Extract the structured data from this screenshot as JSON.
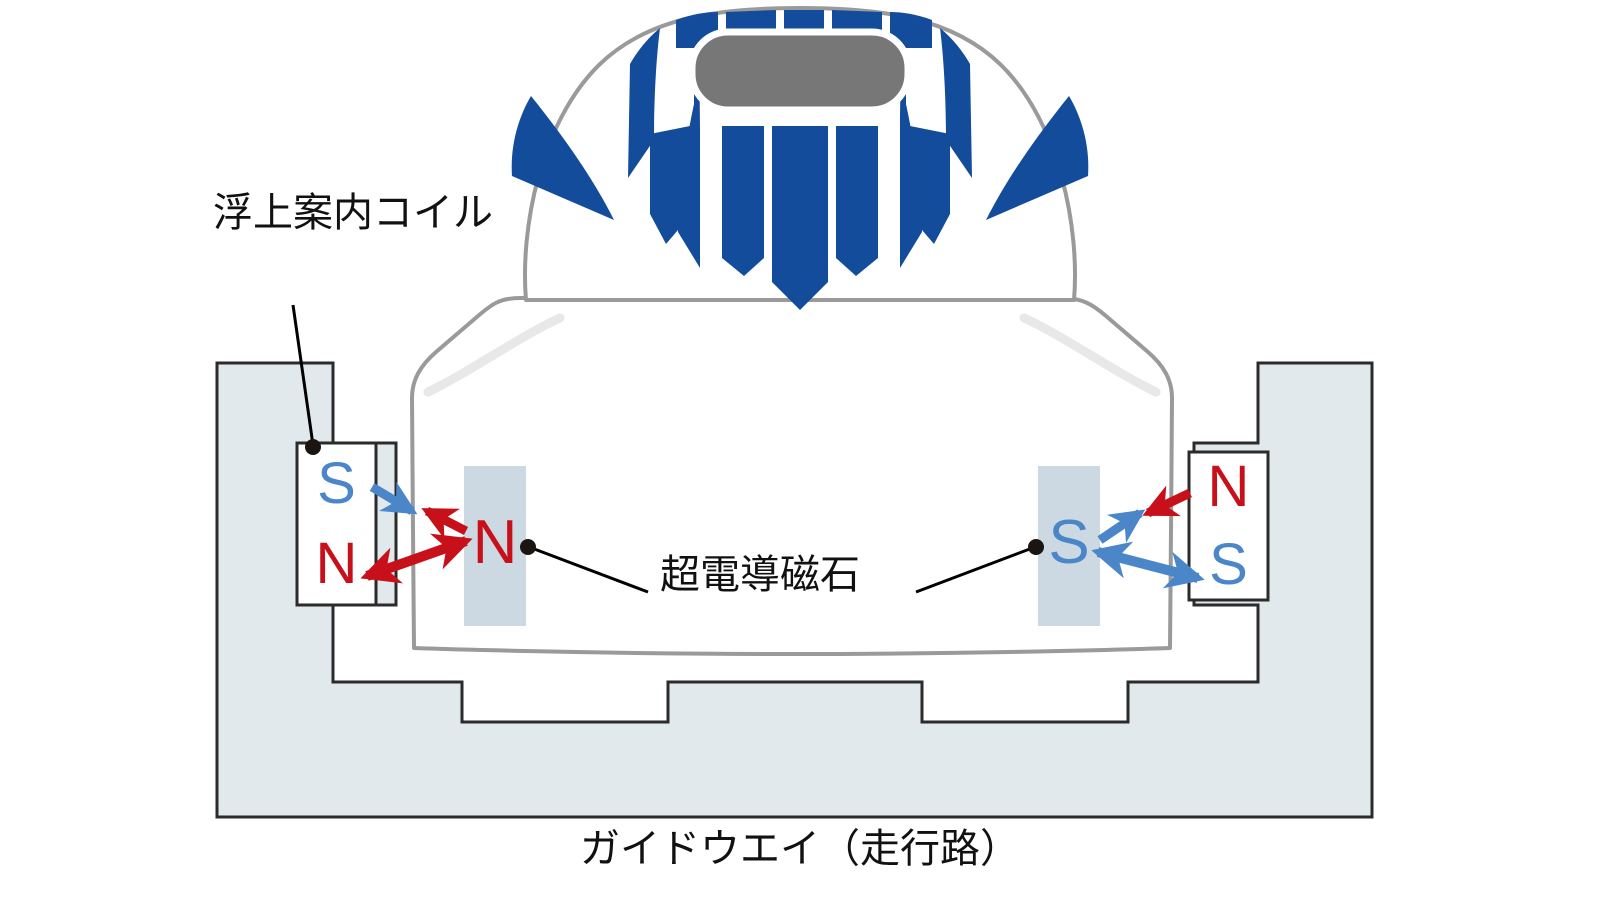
{
  "diagram": {
    "title_caption": "ガイドウエイ（走行路）",
    "labels": {
      "levitation_guidance_coil": "浮上案内コイル",
      "superconducting_magnet": "超電導磁石",
      "guideway": "ガイドウエイ（走行路）"
    },
    "colors": {
      "pole_north": "#c8101a",
      "pole_south": "#4a86c8",
      "guideway_fill": "#e2e9ed",
      "guideway_stroke": "#2b2b2b",
      "train_body_fill": "#ffffff",
      "train_body_stroke": "#9a9a9a",
      "train_livery_blue": "#124c9b",
      "windshield_gray": "#777777",
      "onboard_magnet_fill": "#ccd9e3",
      "arrow_red": "#c8101a",
      "arrow_blue": "#4a86c8",
      "leader_line": "#000000"
    },
    "left_coil": {
      "name": "levitation-guidance-coil-left",
      "top_pole": "S",
      "bottom_pole": "N"
    },
    "right_coil": {
      "name": "levitation-guidance-coil-right",
      "top_pole": "N",
      "bottom_pole": "S"
    },
    "left_onboard_magnet": {
      "name": "superconducting-magnet-left",
      "pole": "N"
    },
    "right_onboard_magnet": {
      "name": "superconducting-magnet-right",
      "pole": "S"
    },
    "arrows": [
      {
        "id": "left-blue-attract",
        "color": "#4a86c8",
        "heads": 1,
        "direction": "down-right",
        "side": "left"
      },
      {
        "id": "left-red-attract",
        "color": "#c8101a",
        "heads": 1,
        "direction": "up-left",
        "side": "left"
      },
      {
        "id": "left-red-repel",
        "color": "#c8101a",
        "heads": 2,
        "direction": "diagonal",
        "side": "left"
      },
      {
        "id": "right-blue-attract",
        "color": "#4a86c8",
        "heads": 1,
        "direction": "up-right",
        "side": "right"
      },
      {
        "id": "right-red-attract",
        "color": "#c8101a",
        "heads": 1,
        "direction": "down-left",
        "side": "right"
      },
      {
        "id": "right-blue-repel",
        "color": "#4a86c8",
        "heads": 2,
        "direction": "diagonal",
        "side": "right"
      }
    ]
  }
}
